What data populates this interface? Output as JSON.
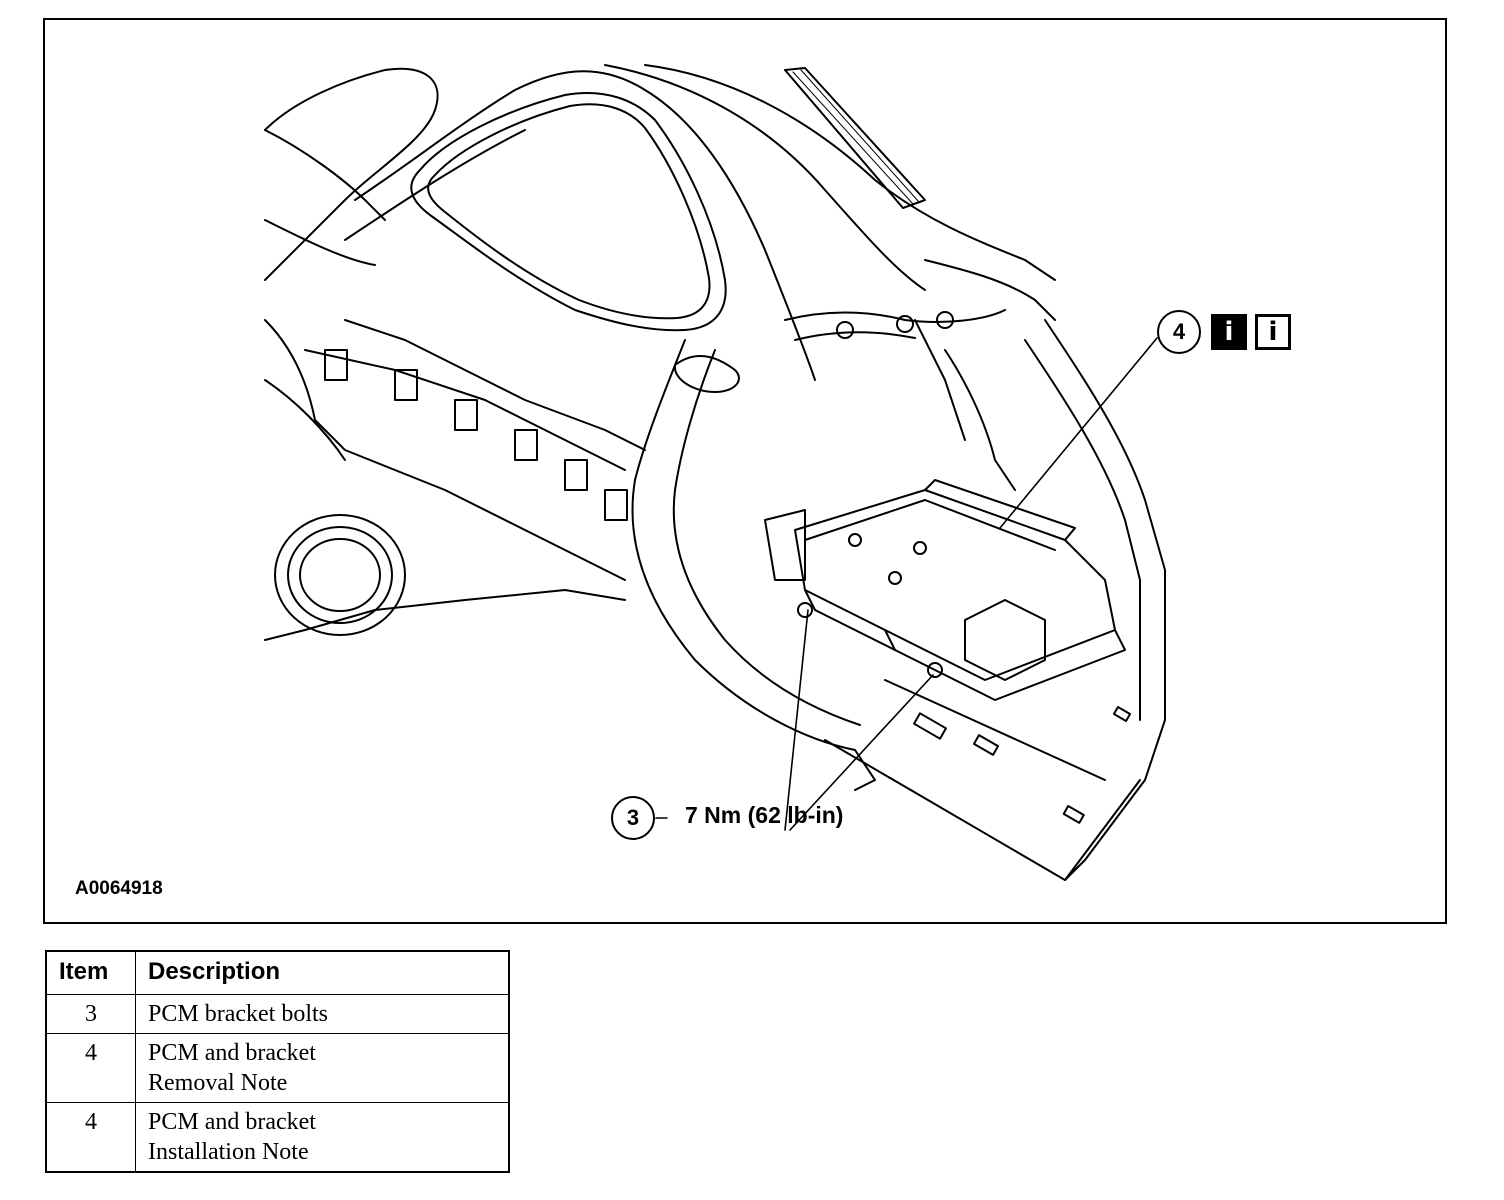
{
  "figure": {
    "id": "A0064918",
    "callouts": [
      {
        "number": "3",
        "torque": "7 Nm (62 lb-in)"
      },
      {
        "number": "4",
        "icons": [
          "info-filled-icon",
          "info-outline-icon"
        ],
        "icon_glyph": "i"
      }
    ]
  },
  "legend": {
    "headers": [
      "Item",
      "Description"
    ],
    "rows": [
      {
        "item": "3",
        "lines": [
          "PCM bracket bolts"
        ]
      },
      {
        "item": "4",
        "lines": [
          "PCM and bracket",
          "Removal Note"
        ]
      },
      {
        "item": "4",
        "lines": [
          "PCM and bracket",
          "Installation Note"
        ]
      }
    ]
  }
}
